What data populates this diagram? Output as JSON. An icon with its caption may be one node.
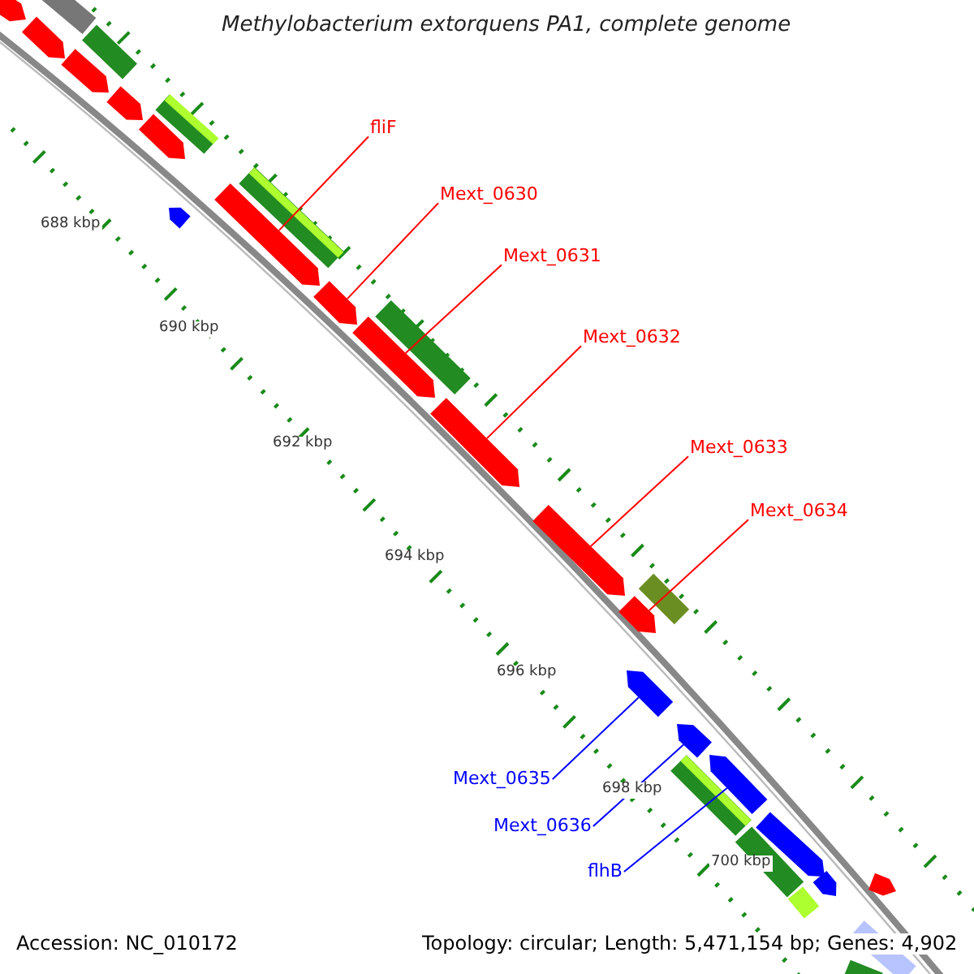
{
  "diagram": {
    "title": "Methylobacterium extorquens PA1, complete genome",
    "nodes": [
      {
        "text": [
          "fliF"
        ]
      },
      {
        "text": [
          "Mext_0630"
        ]
      },
      {
        "text": [
          "Mext_0631"
        ]
      },
      {
        "text": [
          "Mext_0632"
        ]
      },
      {
        "text": [
          "Mext_0633"
        ]
      },
      {
        "text": [
          "Mext_0634"
        ]
      },
      {
        "text": [
          "Mext_0635"
        ]
      },
      {
        "text": [
          "Mext_0636"
        ]
      },
      {
        "text": [
          "flhB"
        ]
      },
      {
        "text": [],
        "shape": "bar"
      },
      {
        "text": [],
        "shape": "bar"
      },
      {
        "text": [],
        "shape": "bar"
      },
      {
        "text": [],
        "shape": "bar"
      },
      {
        "text": [],
        "shape": "bar"
      },
      {
        "text": [],
        "shape": "bar"
      },
      {
        "text": [],
        "shape": "bar"
      },
      {
        "text": [],
        "shape": "bar"
      },
      {
        "text": [],
        "shape": "bar"
      },
      {
        "text": [],
        "shape": "bar"
      },
      {
        "text": [],
        "shape": "bar"
      },
      {
        "text": [],
        "shape": "bar"
      },
      {
        "text": [],
        "shape": "bar"
      },
      {
        "text": [],
        "shape": "bar"
      }
    ],
    "edges": [
      {
        "from": 0,
        "to": 9,
        "arrow": "none"
      },
      {
        "from": 1,
        "to": 10,
        "arrow": "none"
      },
      {
        "from": 2,
        "to": 11,
        "arrow": "none"
      },
      {
        "from": 3,
        "to": 12,
        "arrow": "none"
      },
      {
        "from": 4,
        "to": 13,
        "arrow": "none"
      },
      {
        "from": 5,
        "to": 14,
        "arrow": "none"
      },
      {
        "from": 6,
        "to": 15,
        "arrow": "none",
        "color": "#0000ff"
      },
      {
        "from": 7,
        "to": 16,
        "arrow": "none",
        "color": "#0000ff"
      },
      {
        "from": 8,
        "to": 17,
        "arrow": "none",
        "color": "#0000ff"
      }
    ],
    "labels": [
      "688 kbp",
      "690 kbp",
      "692 kbp",
      "694 kbp",
      "696 kbp",
      "698 kbp",
      "700 kbp",
      "Accession: NC_010172",
      "Topology: circular; Length: 5,471,154 bp; Genes: 4,902"
    ]
  }
}
